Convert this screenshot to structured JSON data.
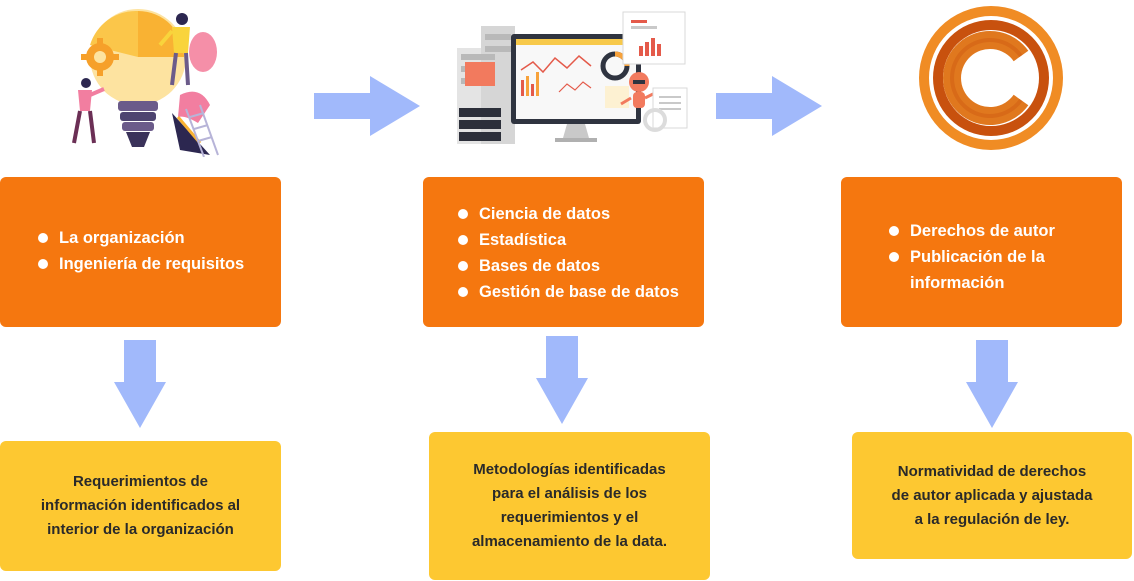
{
  "colors": {
    "orange": "#f5770f",
    "yellow": "#fdc831",
    "arrow": "#a1b9fb",
    "text_dark": "#2a2a2a"
  },
  "stages": [
    {
      "icon": "lightbulb-teamwork-illustration",
      "bullets": [
        "La organización",
        "Ingeniería de requisitos"
      ],
      "result_lines": [
        "Requerimientos de",
        "información identificados al",
        "interior de la organización"
      ]
    },
    {
      "icon": "data-dashboard-illustration",
      "bullets": [
        "Ciencia de datos",
        "Estadística",
        "Bases de datos",
        "Gestión de base de datos"
      ],
      "result_lines": [
        "Metodologías identificadas",
        "para el análisis de los",
        "requerimientos y el",
        "almacenamiento de la data."
      ]
    },
    {
      "icon": "copyright-icon",
      "bullets": [
        "Derechos de autor",
        "Publicación de la información"
      ],
      "result_lines": [
        "Normatividad de derechos",
        "de autor aplicada y ajustada",
        "a la regulación de ley."
      ]
    }
  ]
}
